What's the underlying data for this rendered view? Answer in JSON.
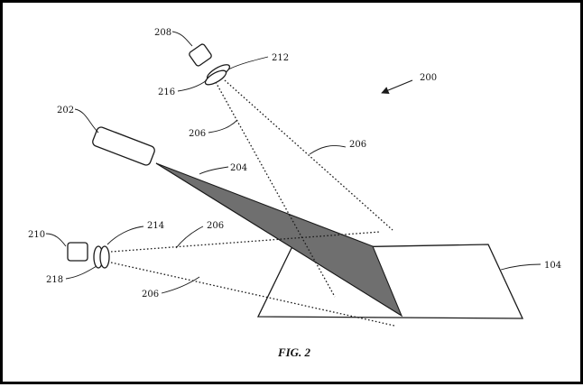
{
  "figure": {
    "caption": "FIG. 2",
    "labels": {
      "system": "200",
      "projector": "202",
      "beam": "204",
      "ray_upper_left": "206",
      "ray_upper_right": "206",
      "ray_lower_upper": "206",
      "ray_lower_lower": "206",
      "camera_top": "208",
      "camera_left": "210",
      "lens_top": "212",
      "lens_left": "214",
      "filter_top": "216",
      "filter_left": "218",
      "surface": "104"
    }
  },
  "colors": {
    "line": "#1a1a1a",
    "beam_fill": "#6f6f6f",
    "background": "#ffffff"
  }
}
